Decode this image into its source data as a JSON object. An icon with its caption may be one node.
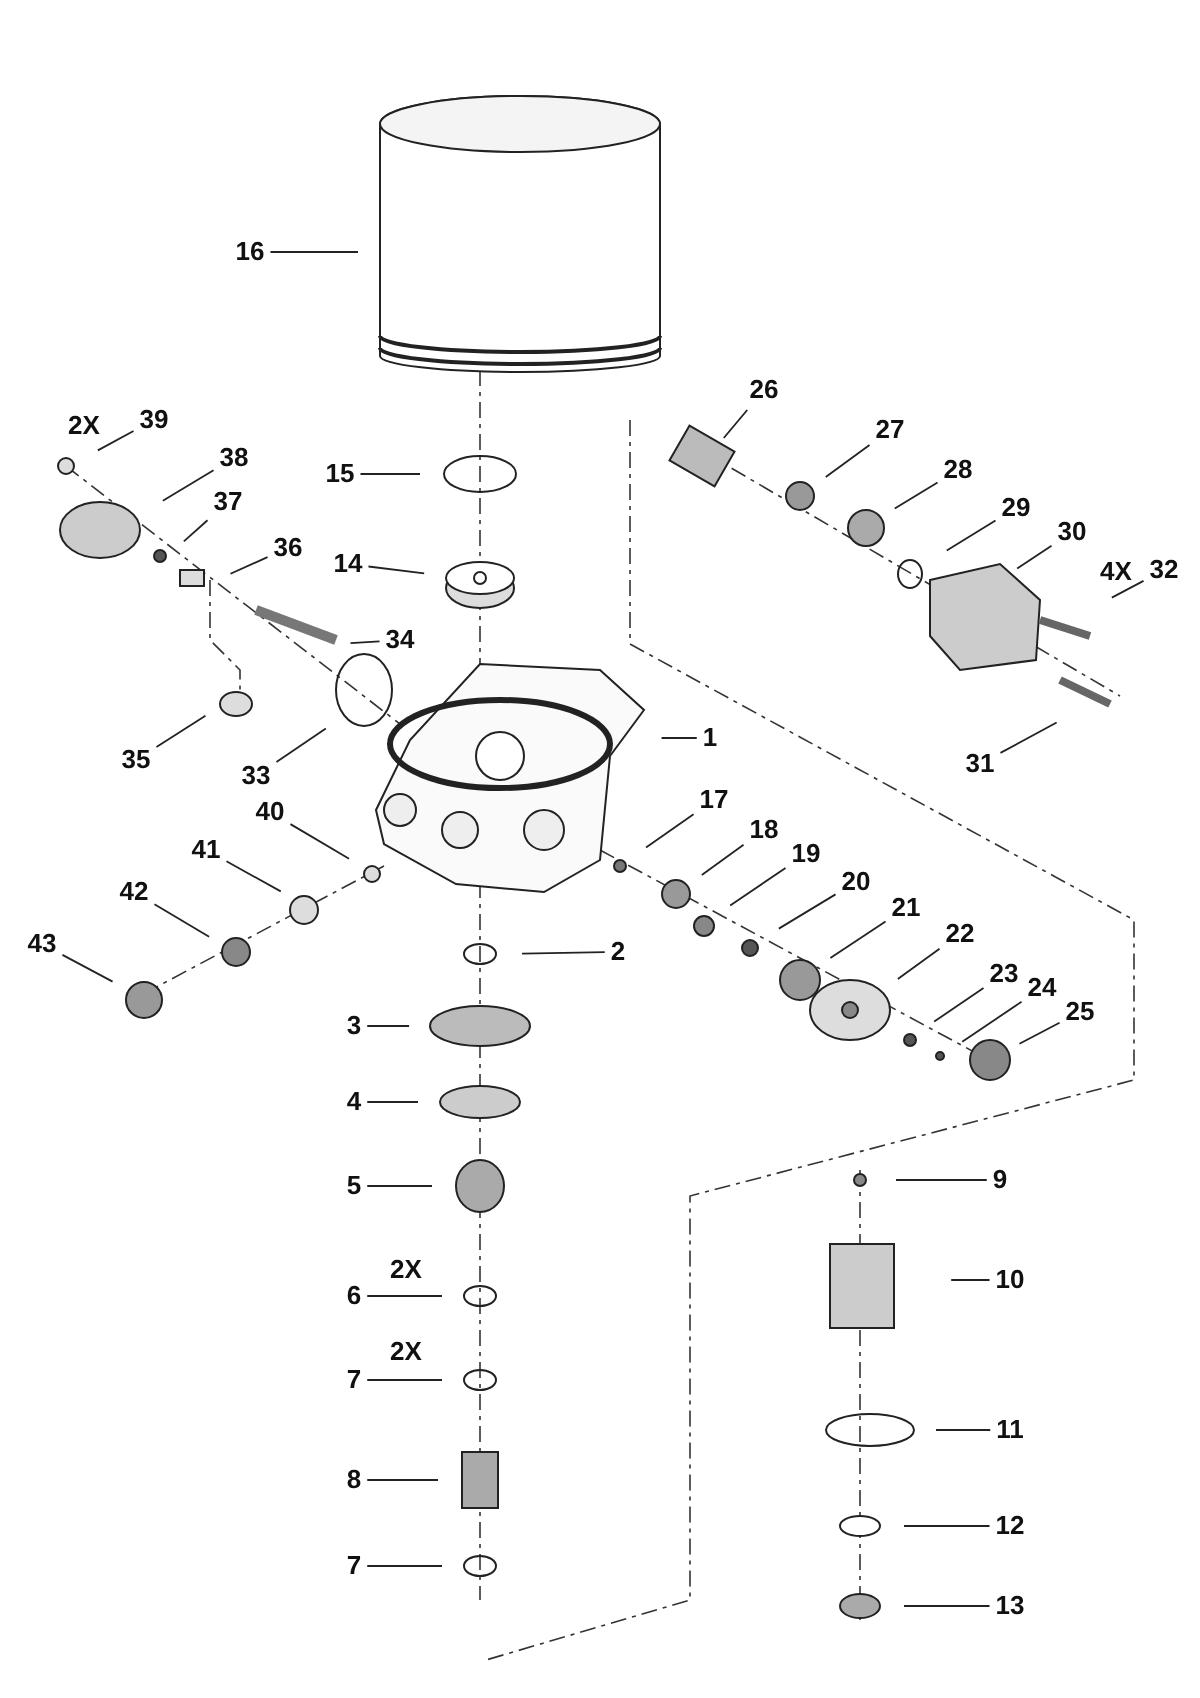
{
  "diagram": {
    "nodes": [
      {
        "text": [
          "16"
        ]
      },
      {
        "text": [
          "39"
        ],
        "beside": [
          "2X"
        ]
      },
      {
        "text": [
          "26"
        ]
      },
      {
        "text": [
          "15"
        ]
      },
      {
        "text": [
          "27"
        ]
      },
      {
        "text": [
          "38"
        ]
      },
      {
        "text": [
          "28"
        ]
      },
      {
        "text": [
          "37"
        ]
      },
      {
        "text": [
          "36"
        ]
      },
      {
        "text": [
          "29"
        ]
      },
      {
        "text": [
          "30"
        ]
      },
      {
        "text": [
          "14"
        ]
      },
      {
        "text": [
          "32"
        ],
        "beside": [
          "4X"
        ]
      },
      {
        "text": [
          "34"
        ]
      },
      {
        "text": [
          "35"
        ]
      },
      {
        "text": [
          "33"
        ]
      },
      {
        "text": [
          "1"
        ]
      },
      {
        "text": [
          "31"
        ]
      },
      {
        "text": [
          "40"
        ]
      },
      {
        "text": [
          "17"
        ]
      },
      {
        "text": [
          "41"
        ]
      },
      {
        "text": [
          "18"
        ]
      },
      {
        "text": [
          "19"
        ]
      },
      {
        "text": [
          "42"
        ]
      },
      {
        "text": [
          "43"
        ]
      },
      {
        "text": [
          "20"
        ]
      },
      {
        "text": [
          "21"
        ]
      },
      {
        "text": [
          "2"
        ]
      },
      {
        "text": [
          "22"
        ]
      },
      {
        "text": [
          "23"
        ]
      },
      {
        "text": [
          "24"
        ]
      },
      {
        "text": [
          "25"
        ]
      },
      {
        "text": [
          "3"
        ]
      },
      {
        "text": [
          "4"
        ]
      },
      {
        "text": [
          "5"
        ]
      },
      {
        "text": [
          "9"
        ]
      },
      {
        "text": [
          "10"
        ]
      },
      {
        "text": [
          "6"
        ],
        "beside": [
          "2X"
        ]
      },
      {
        "text": [
          "7"
        ],
        "beside": [
          "2X"
        ]
      },
      {
        "text": [
          "11"
        ]
      },
      {
        "text": [
          "8"
        ]
      },
      {
        "text": [
          "12"
        ]
      },
      {
        "text": [
          "7"
        ]
      },
      {
        "text": [
          "13"
        ]
      }
    ],
    "edges": [
      {
        "from": 0,
        "to": null,
        "arrow": "none"
      },
      {
        "from": 1,
        "to": null,
        "arrow": "none"
      },
      {
        "from": 2,
        "to": null,
        "arrow": "none"
      },
      {
        "from": 3,
        "to": null,
        "arrow": "none"
      },
      {
        "from": 4,
        "to": null,
        "arrow": "none"
      },
      {
        "from": 5,
        "to": null,
        "arrow": "none"
      },
      {
        "from": 6,
        "to": null,
        "arrow": "none"
      },
      {
        "from": 7,
        "to": null,
        "arrow": "none"
      },
      {
        "from": 8,
        "to": null,
        "arrow": "none"
      },
      {
        "from": 9,
        "to": null,
        "arrow": "none"
      },
      {
        "from": 10,
        "to": null,
        "arrow": "none"
      },
      {
        "from": 11,
        "to": null,
        "arrow": "none"
      },
      {
        "from": 12,
        "to": null,
        "arrow": "none"
      },
      {
        "from": 13,
        "to": null,
        "arrow": "none"
      },
      {
        "from": 14,
        "to": null,
        "arrow": "none"
      },
      {
        "from": 15,
        "to": null,
        "arrow": "none"
      },
      {
        "from": 16,
        "to": null,
        "arrow": "none"
      },
      {
        "from": 17,
        "to": null,
        "arrow": "none"
      },
      {
        "from": 18,
        "to": null,
        "arrow": "none"
      },
      {
        "from": 19,
        "to": null,
        "arrow": "none"
      },
      {
        "from": 20,
        "to": null,
        "arrow": "none"
      },
      {
        "from": 21,
        "to": null,
        "arrow": "none"
      },
      {
        "from": 22,
        "to": null,
        "arrow": "none"
      },
      {
        "from": 23,
        "to": null,
        "arrow": "none"
      },
      {
        "from": 24,
        "to": null,
        "arrow": "none"
      },
      {
        "from": 25,
        "to": null,
        "arrow": "none"
      },
      {
        "from": 26,
        "to": null,
        "arrow": "none"
      },
      {
        "from": 27,
        "to": null,
        "arrow": "none"
      },
      {
        "from": 28,
        "to": null,
        "arrow": "none"
      },
      {
        "from": 29,
        "to": null,
        "arrow": "none"
      },
      {
        "from": 30,
        "to": null,
        "arrow": "none"
      },
      {
        "from": 31,
        "to": null,
        "arrow": "none"
      },
      {
        "from": 32,
        "to": null,
        "arrow": "none"
      },
      {
        "from": 33,
        "to": null,
        "arrow": "none"
      },
      {
        "from": 34,
        "to": null,
        "arrow": "none"
      },
      {
        "from": 35,
        "to": null,
        "arrow": "none"
      },
      {
        "from": 36,
        "to": null,
        "arrow": "none"
      },
      {
        "from": 37,
        "to": null,
        "arrow": "none"
      },
      {
        "from": 38,
        "to": null,
        "arrow": "none"
      },
      {
        "from": 39,
        "to": null,
        "arrow": "none"
      },
      {
        "from": 40,
        "to": null,
        "arrow": "none"
      },
      {
        "from": 41,
        "to": null,
        "arrow": "none"
      },
      {
        "from": 42,
        "to": null,
        "arrow": "none"
      },
      {
        "from": 43,
        "to": null,
        "arrow": "none"
      }
    ]
  }
}
